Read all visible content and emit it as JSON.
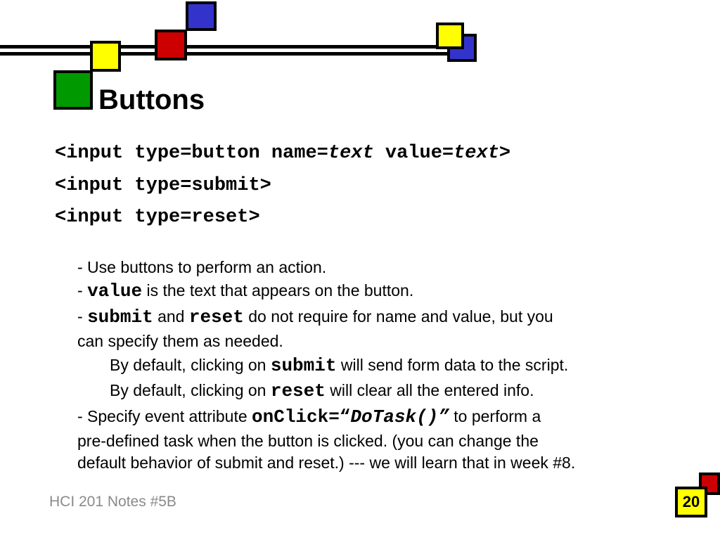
{
  "slide": {
    "title": "Buttons",
    "code_lines": [
      {
        "prefix": "<input type=button name=",
        "i1": "text",
        "mid": " value=",
        "i2": "text",
        "suffix": ">"
      },
      {
        "text": "<input type=submit>"
      },
      {
        "text": "<input type=reset>"
      }
    ],
    "bullets": {
      "b1": "- Use buttons to perform an action.",
      "b2_dash": "- ",
      "b2_code": "value",
      "b2_rest": " is the text that appears on the button.",
      "b3_dash": "- ",
      "b3_code1": "submit",
      "b3_and": " and ",
      "b3_code2": "reset",
      "b3_rest1": " do not require for name and value, but you",
      "b3_rest2": "can specify them as needed.",
      "sub1_pre": "By default, clicking on ",
      "sub1_code": "submit",
      "sub1_post": " will send form data to the script.",
      "sub2_pre": "By default, clicking on ",
      "sub2_code": "reset",
      "sub2_post": " will clear all the entered info.",
      "b4_pre": "- Specify event attribute ",
      "b4_code": "onClick=“",
      "b4_code_i": "DoTask()”",
      "b4_post": " to perform a",
      "b4_line2": "pre-defined task when the button is clicked. (you can change the",
      "b4_line3": "default behavior of submit and reset.) --- we will learn that in week #8."
    },
    "footer": "HCI 201 Notes #5B",
    "page_number": "20"
  },
  "colors": {
    "green": "#009900",
    "yellow": "#ffff00",
    "red": "#cc0000",
    "blue": "#3333cc"
  }
}
